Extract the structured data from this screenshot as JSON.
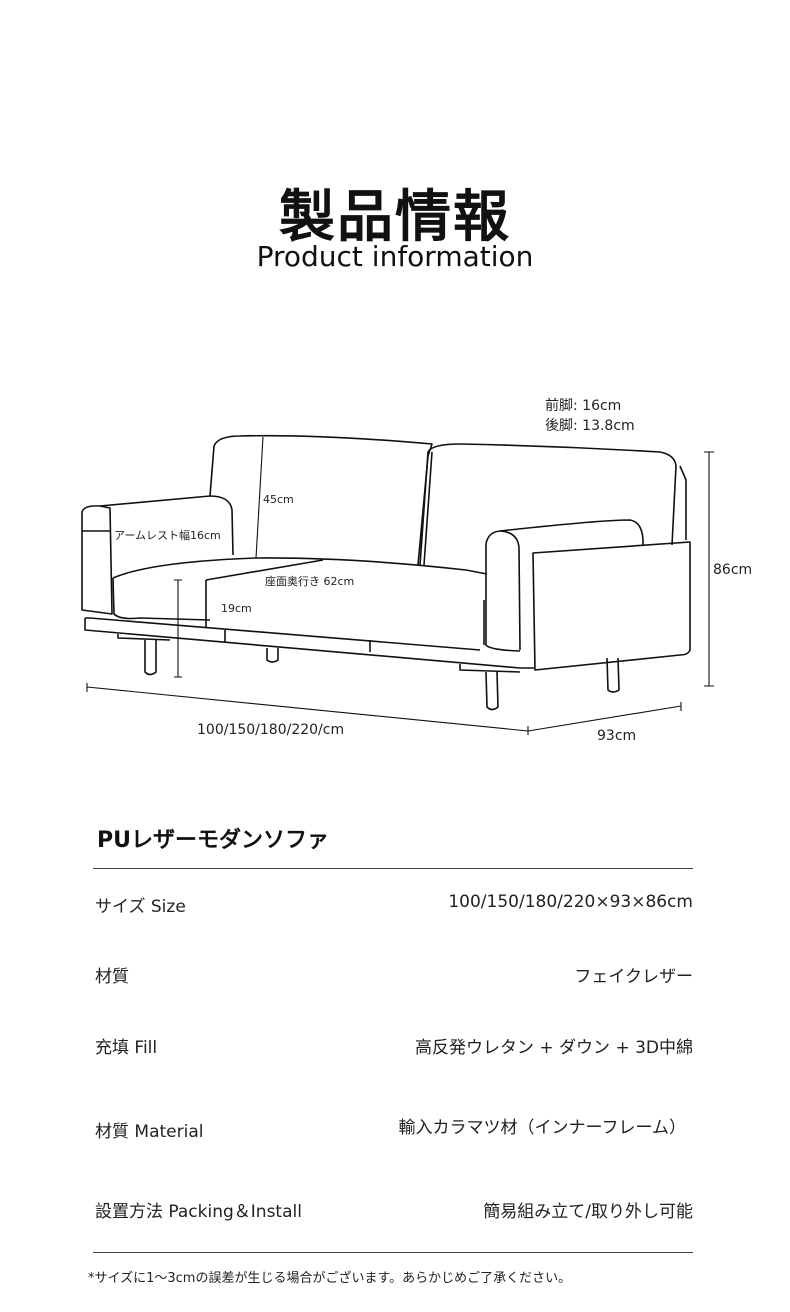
{
  "header": {
    "title_jp": "製品情報",
    "title_en": "Product information"
  },
  "diagram": {
    "front_leg": "前脚: 16cm",
    "rear_leg": "後脚: 13.8cm",
    "back_height": "45cm",
    "armrest_width": "アームレスト幅16cm",
    "seat_depth": "座面奥行き 62cm",
    "seat_height": "19cm",
    "total_height": "86cm",
    "width": "100/150/180/220/cm",
    "depth": "93cm"
  },
  "product": {
    "name": "PUレザーモダンソファ",
    "specs": [
      {
        "label": "サイズ Size",
        "value": "100/150/180/220×93×86cm"
      },
      {
        "label": "材質",
        "value": "フェイクレザー"
      },
      {
        "label": "充填 Fill",
        "value": "高反発ウレタン + ダウン + 3D中綿"
      },
      {
        "label": "材質 Material",
        "value": "輸入カラマツ材（インナーフレーム）"
      },
      {
        "label": "設置方法 Packing＆Install",
        "value": "簡易組み立て/取り外し可能"
      }
    ],
    "note": "*サイズに1～3cmの誤差が生じる場合がございます。あらかじめご了承ください。"
  }
}
